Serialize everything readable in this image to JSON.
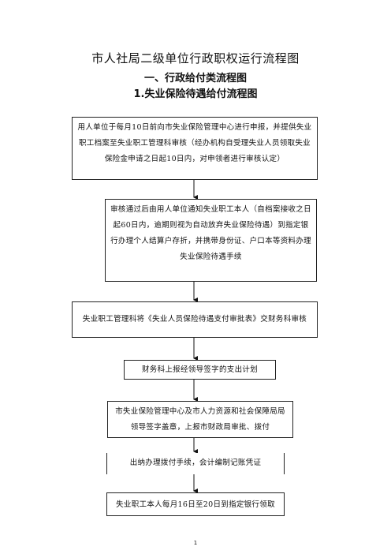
{
  "header": {
    "title": "市人社局二级单位行政职权运行流程图",
    "section": "一、行政给付类流程图",
    "subsection": "1.失业保险待遇给付流程图"
  },
  "flow": {
    "step1": "用人单位于每月10日前向市失业保险管理中心进行申报，并提供失业职工档案至失业职工管理科审核（经办机构自受理失业人员领取失业保险金申请之日起10日内，对申领者进行审核认定）",
    "step2": "审核通过后由用人单位通知失业职工本人（自档案接收之日起60日内，逾期则视为自动放弃失业保险待遇）到指定银行办理个人结算户存折，并携带身份证、户口本等资料办理失业保险待遇手续",
    "step3": "失业职工管理科将《失业人员保险待遇支付审批表》交财务科审核",
    "step4": "财务科上报经领导签字的支出计划",
    "step5": "市失业保险管理中心及市人力资源和社会保障局局领导签字盖章，上报市财政局审批、拨付",
    "step6": "出纳办理拨付手续，会计编制记账凭证",
    "step7": "失业职工本人每月16日至20日到指定银行领取"
  },
  "page_number": "1"
}
